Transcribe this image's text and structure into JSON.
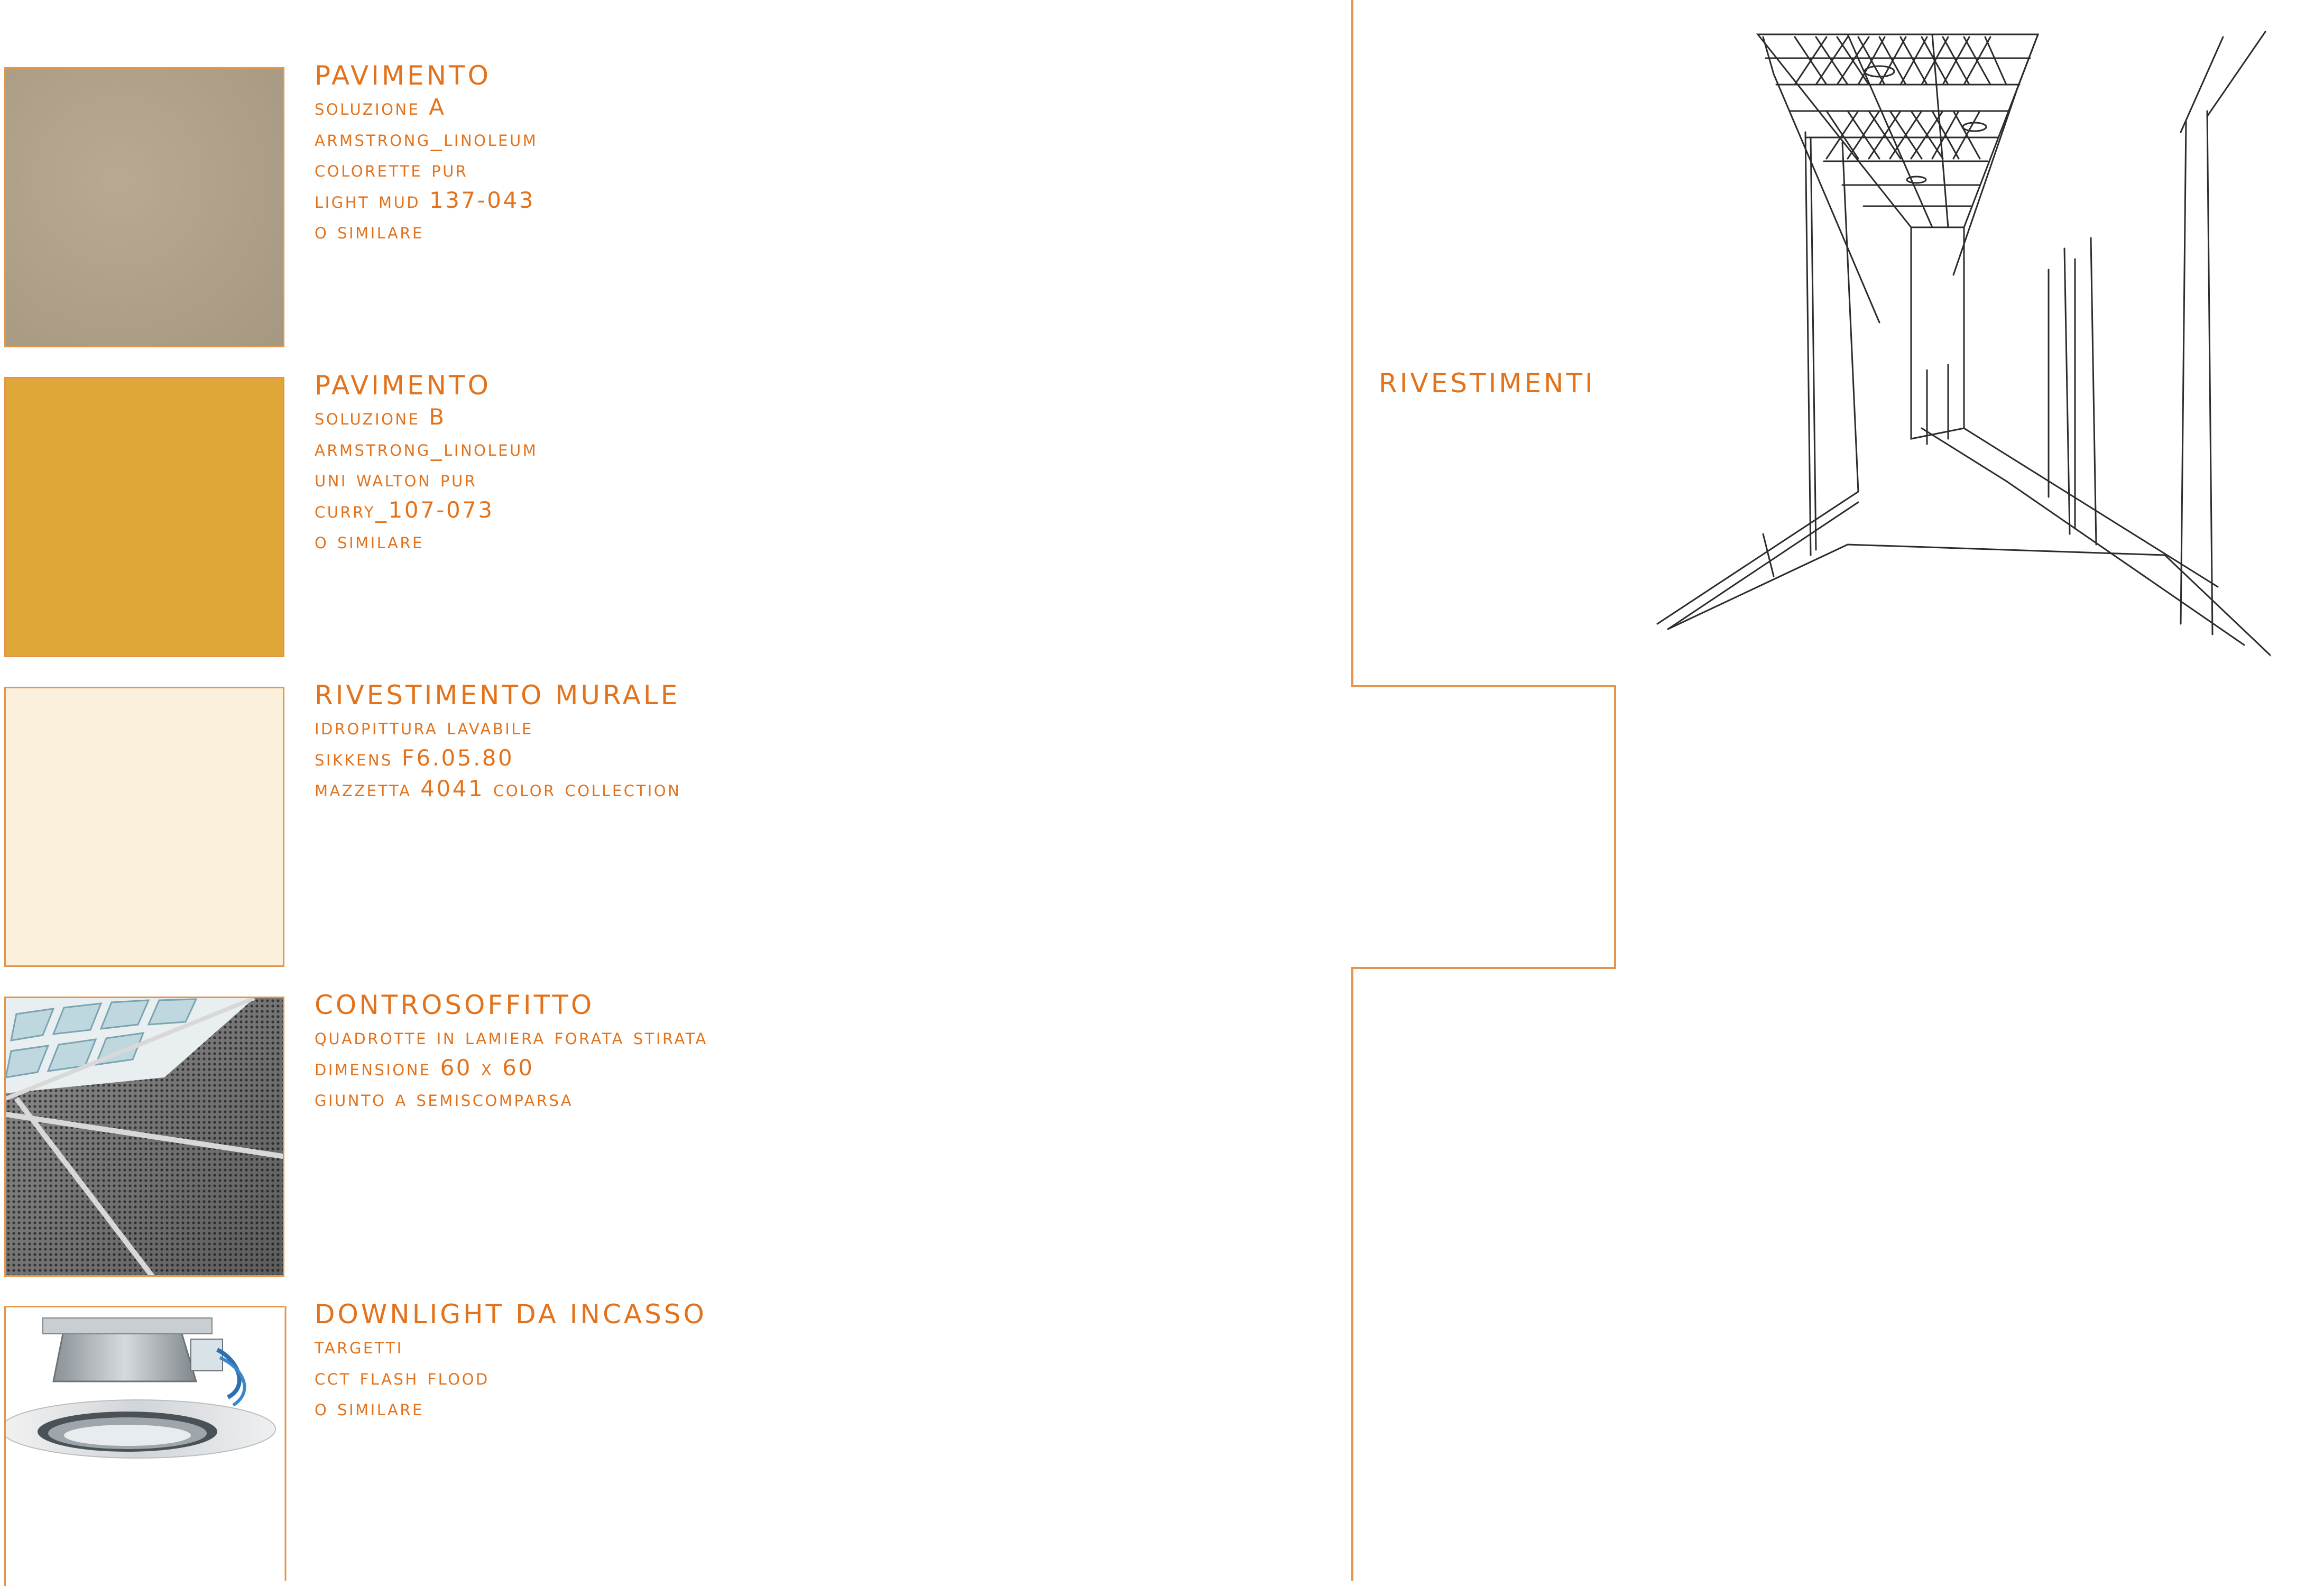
{
  "section_label": "RIVESTIMENTI",
  "accent_color": "#e2731c",
  "items": [
    {
      "title": "PAVIMENTO",
      "lines": [
        "soluzione A",
        "armstrong_linoleum",
        "colorette pur",
        "light mud 137-043",
        "o similare"
      ],
      "swatch_color": "#b0a28a"
    },
    {
      "title": "PAVIMENTO",
      "lines": [
        "soluzione B",
        "armstrong_linoleum",
        "uni walton pur",
        "curry_107-073",
        "o similare"
      ],
      "swatch_color": "#dfa73a"
    },
    {
      "title": "RIVESTIMENTO MURALE",
      "lines": [
        "idropittura lavabile",
        "sikkens F6.05.80",
        "mazzetta 4041 color collection"
      ],
      "swatch_color": "#fbf0dc"
    },
    {
      "title": "CONTROSOFFITTO",
      "lines": [
        "quadrotte in lamiera forata stirata",
        "dimensione 60 x 60",
        "giunto a semiscomparsa"
      ],
      "swatch_color": "#9a9a9a"
    },
    {
      "title": "DOWNLIGHT DA INCASSO",
      "lines": [
        "targetti",
        "cct flash flood",
        "o similare"
      ],
      "swatch_color": "#ffffff"
    }
  ]
}
